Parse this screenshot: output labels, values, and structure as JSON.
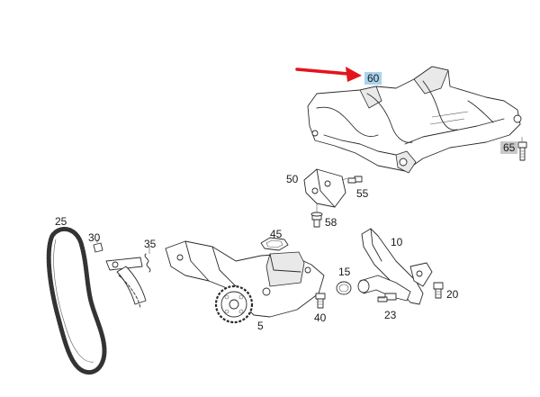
{
  "diagram": {
    "part_labels": {
      "p60": "60",
      "p65": "65",
      "p50": "50",
      "p55": "55",
      "p58": "58",
      "p25": "25",
      "p30": "30",
      "p35": "35",
      "p45": "45",
      "p10": "10",
      "p15": "15",
      "p20": "20",
      "p40": "40",
      "p23": "23",
      "p5": "5"
    },
    "highlighted": {
      "p60": "#a9d3ec",
      "p65": "#c9c9c9"
    },
    "arrow_color": "#e3141b"
  }
}
